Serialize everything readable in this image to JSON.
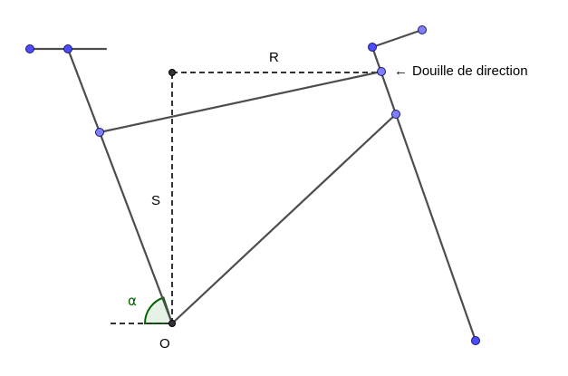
{
  "labels": {
    "R": "R",
    "S": "S",
    "O": "O",
    "alpha": "α",
    "annotation_arrow": "←",
    "annotation_text": "Douille de direction"
  },
  "colors": {
    "segment": "#4d4d4d",
    "dashed": "#333333",
    "point_light": "#7f7fff",
    "point_dark": "#4d4dff",
    "point_black": "#333333",
    "angle_stroke": "#006400",
    "angle_fill": "#e6f2e6"
  }
}
